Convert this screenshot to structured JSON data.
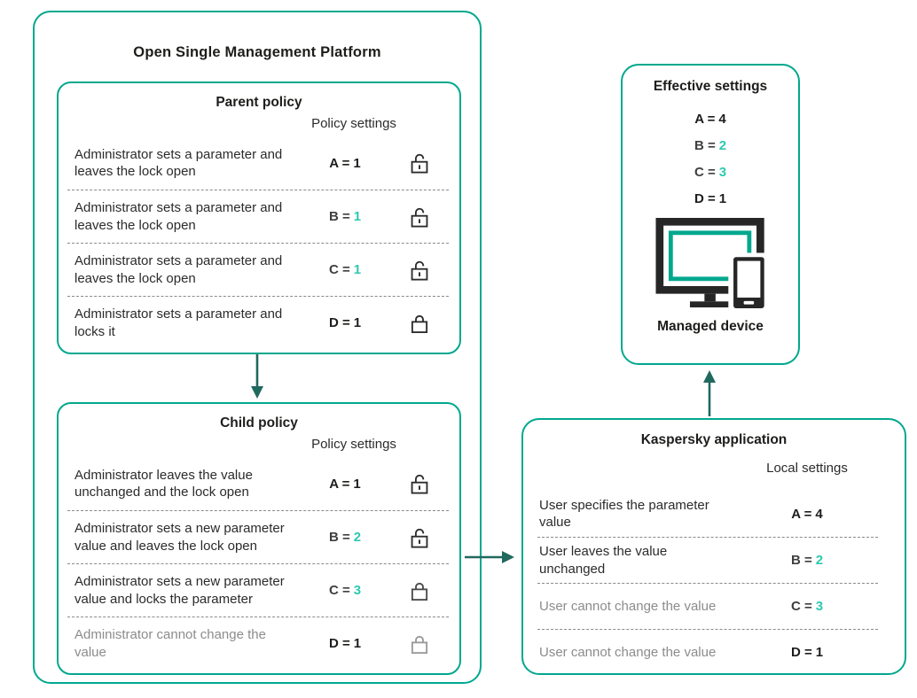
{
  "palette": {
    "teal": "#00A88E",
    "teal_light": "#2EC9AF",
    "arrow": "#20695E",
    "dark": "#1D1D1B",
    "mid": "#3F3F3F",
    "gray": "#8C8C8C",
    "lock_gray": "#9A9A9A"
  },
  "outer": {
    "title": "Open Single Management Platform"
  },
  "parent_policy": {
    "title": "Parent policy",
    "column_header": "Policy settings",
    "rows": [
      {
        "desc": "Administrator sets a parameter and leaves the lock open",
        "prefix": "A =",
        "value": "1",
        "value_teal": false,
        "lock": "open",
        "muted": false
      },
      {
        "desc": "Administrator sets a parameter and leaves the lock open",
        "prefix": "B =",
        "value": "1",
        "value_teal": true,
        "lock": "open",
        "muted": false
      },
      {
        "desc": "Administrator sets a parameter and leaves the lock open",
        "prefix": "C =",
        "value": "1",
        "value_teal": true,
        "lock": "open",
        "muted": false
      },
      {
        "desc": "Administrator sets a parameter and locks it",
        "prefix": "D =",
        "value": "1",
        "value_teal": false,
        "lock": "closed",
        "muted": false
      }
    ]
  },
  "child_policy": {
    "title": "Child policy",
    "column_header": "Policy settings",
    "rows": [
      {
        "desc": "Administrator leaves the value unchanged  and the lock open",
        "prefix": "A =",
        "value": "1",
        "value_teal": false,
        "lock": "open",
        "muted": false
      },
      {
        "desc": "Administrator sets a new parameter value and leaves the lock open",
        "prefix": "B =",
        "value": "2",
        "value_teal": true,
        "lock": "open",
        "muted": false
      },
      {
        "desc": "Administrator sets a new parameter  value and locks the parameter",
        "prefix": "C =",
        "value": "3",
        "value_teal": true,
        "lock": "closed",
        "muted": false
      },
      {
        "desc": "Administrator cannot change the value",
        "prefix": "D =",
        "value": "1",
        "value_teal": false,
        "lock": "closed",
        "muted": true
      }
    ]
  },
  "kaspersky_app": {
    "title": "Kaspersky application",
    "column_header": "Local settings",
    "rows": [
      {
        "desc": "User specifies the parameter value",
        "prefix": "A =",
        "value": "4",
        "value_teal": false,
        "muted": false
      },
      {
        "desc": "User leaves the value unchanged",
        "prefix": "B =",
        "value": "2",
        "value_teal": true,
        "muted": false
      },
      {
        "desc": "User cannot change the value",
        "prefix": "C =",
        "value": "3",
        "value_teal": true,
        "muted": true
      },
      {
        "desc": "User cannot change the value",
        "prefix": "D =",
        "value": "1",
        "value_teal": false,
        "muted": true
      }
    ]
  },
  "effective": {
    "title": "Effective settings",
    "values": [
      {
        "prefix": "A =",
        "value": "4",
        "teal": false
      },
      {
        "prefix": "B =",
        "value": "2",
        "teal": true
      },
      {
        "prefix": "C =",
        "value": "3",
        "teal": true
      },
      {
        "prefix": "D =",
        "value": "1",
        "teal": false
      }
    ],
    "device_label": "Managed device"
  }
}
